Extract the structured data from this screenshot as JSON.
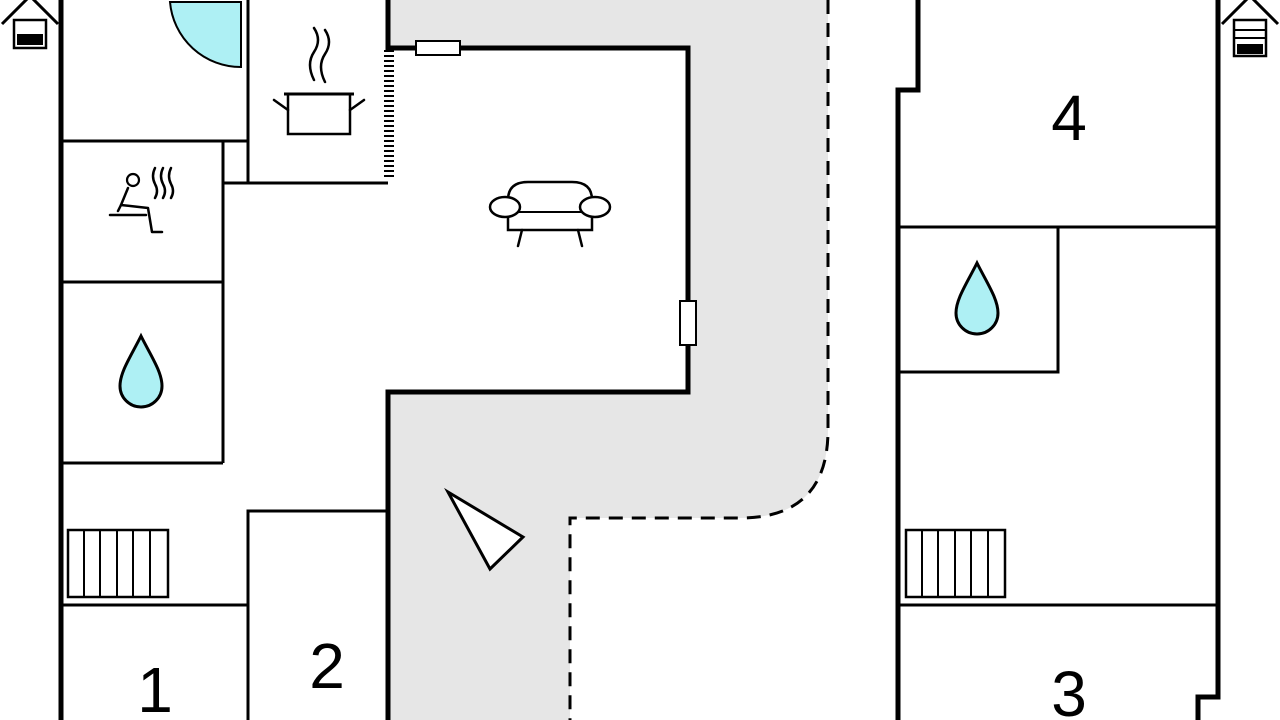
{
  "floorplan": {
    "rooms": [
      {
        "id": "bedroom-1",
        "label": "1"
      },
      {
        "id": "bedroom-2",
        "label": "2"
      },
      {
        "id": "bedroom-3",
        "label": "3"
      },
      {
        "id": "bedroom-4",
        "label": "4"
      }
    ],
    "icons": [
      "house-icon",
      "shower-icon",
      "kitchen-pot-icon",
      "sauna-icon",
      "sofa-icon",
      "water-drop-icon",
      "stairs-icon",
      "entrance-arrow-icon"
    ],
    "colors": {
      "wall": "#000000",
      "terrace": "#e6e6e6",
      "water": "#aef0f4"
    }
  }
}
